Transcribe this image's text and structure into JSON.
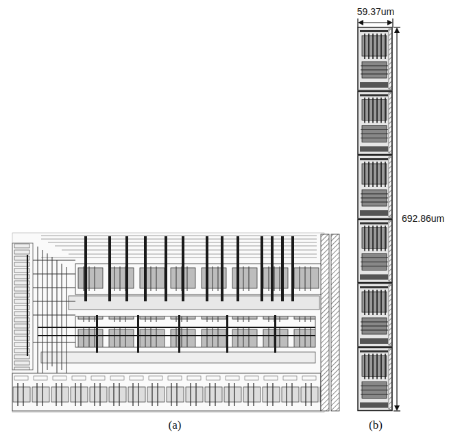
{
  "diagram": {
    "labels": [
      "59.37um",
      "692.86um",
      "(a)",
      "(b)"
    ]
  }
}
